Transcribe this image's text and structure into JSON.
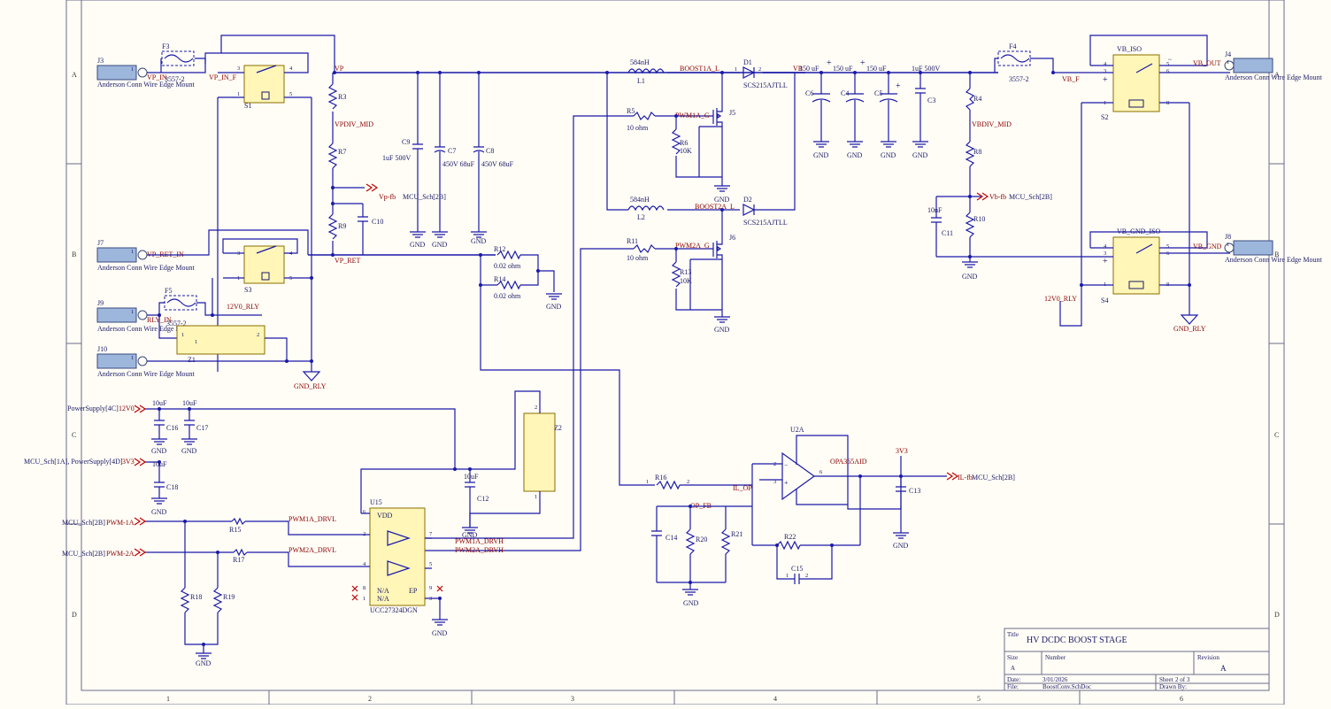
{
  "frame": {
    "cols": [
      "1",
      "2",
      "3",
      "4",
      "5",
      "6"
    ],
    "rows": [
      "A",
      "B",
      "C",
      "D"
    ]
  },
  "title_block": {
    "title_label": "Title",
    "title": "HV DCDC BOOST STAGE",
    "size_label": "Size",
    "size": "A",
    "number_label": "Number",
    "revision_label": "Revision",
    "revision": "A",
    "date_label": "Date:",
    "date": "3/01/2026",
    "sheet_label": "Sheet",
    "sheet": "2 of 3",
    "file_label": "File:",
    "file": "BoostConv.SchDoc",
    "drawn_label": "Drawn By:"
  },
  "connectors": {
    "j3": {
      "ref": "J3",
      "desc": "Anderson Conn Wire Edge Mount",
      "pin": "1"
    },
    "j7": {
      "ref": "J7",
      "desc": "Anderson Conn Wire Edge Mount",
      "pin": "1"
    },
    "j9": {
      "ref": "J9",
      "desc": "Anderson Conn Wire Edge Mount",
      "pin": "1"
    },
    "j10": {
      "ref": "J10",
      "desc": "Anderson Conn Wire Edge Mount",
      "pin": "1"
    },
    "j4": {
      "ref": "J4",
      "desc": "Anderson Conn Wire Edge Mount",
      "pin": "1"
    },
    "j8": {
      "ref": "J8",
      "desc": "Anderson Conn Wire Edge Mount",
      "pin": "1"
    }
  },
  "fuses": {
    "f3": {
      "ref": "F3",
      "part": "3557-2"
    },
    "f5": {
      "ref": "F5",
      "part": "3557-2"
    },
    "f4": {
      "ref": "F4",
      "part": "3557-2"
    }
  },
  "relays": {
    "s1": "S1",
    "s3": "S3",
    "s2": "S2",
    "s4": "S4",
    "vb_iso": "VB_ISO",
    "vb_gnd_iso": "VB_GND_ISO"
  },
  "nets": {
    "vp_in": "VP_IN",
    "vp_in_f": "VP_IN_F",
    "vp": "VP",
    "vp_ret_in": "VP_RET_IN",
    "vp_ret": "VP_RET",
    "rly_in": "RLY_IN",
    "v12_rly": "12V0_RLY",
    "gnd_rly": "GND_RLY",
    "vpdiv_mid": "VPDIV_MID",
    "boost1a_l": "BOOST1A_L",
    "boost2a_l": "BOOST2A_L",
    "pwm1a_g": "PWM1A_G",
    "pwm2a_g": "PWM2A_G",
    "vb": "VB",
    "vbdiv_mid": "VBDIV_MID",
    "vb_f": "VB_F",
    "vb_out": "VB_OUT",
    "vb_gnd": "VB_GND",
    "pwm1a_drvl": "PWM1A_DRVL",
    "pwm2a_drvl": "PWM2A_DRVL",
    "pwm1a_drvh": "PWM1A_DRVH",
    "pwm2a_drvh": "PWM2A_DRVH",
    "il_op": "IL_OP",
    "op_fb": "OP_FB",
    "opa365aid": "OPA365AID",
    "v3v3": "3V3",
    "gnd": "GND"
  },
  "ports": {
    "vp_fb": {
      "signal": "Vp-fb",
      "sheet": "MCU_Sch[2B]"
    },
    "vb_fb": {
      "signal": "Vb-fb",
      "sheet": "MCU_Sch[2B]"
    },
    "il_fb": {
      "signal": "IL-fb",
      "sheet": "MCU_Sch[2B]"
    },
    "v12": {
      "sheet": "PowerSupply[4C]",
      "signal": "12V0"
    },
    "v33": {
      "sheet": "MCU_Sch[1A], PowerSupply[4D]",
      "signal": "3V3"
    },
    "pwm1": {
      "sheet": "MCU_Sch[2B]",
      "signal": "PWM-1A"
    },
    "pwm2": {
      "sheet": "MCU_Sch[2B]",
      "signal": "PWM-2A"
    }
  },
  "parts": {
    "r3": "R3",
    "r7": "R7",
    "r9": "R9",
    "r4": "R4",
    "r8": "R8",
    "r10": "R10",
    "c9": {
      "ref": "C9",
      "val": "1uF 500V"
    },
    "c7": {
      "ref": "C7",
      "val": "450V 68uF"
    },
    "c8": {
      "ref": "C8",
      "val": "450V 68uF"
    },
    "c10": "C10",
    "r12": {
      "ref": "R12",
      "val": "0.02 ohm"
    },
    "r14": {
      "ref": "R14",
      "val": "0.02 ohm"
    },
    "l1": {
      "ref": "L1",
      "val": "584nH"
    },
    "l2": {
      "ref": "L2",
      "val": "584nH"
    },
    "r5": {
      "ref": "R5",
      "val": "10 ohm"
    },
    "r11": {
      "ref": "R11",
      "val": "10 ohm"
    },
    "r6": {
      "ref": "R6",
      "val": "10K"
    },
    "r13": {
      "ref": "R13",
      "val": "10K"
    },
    "j5": "J5",
    "j6": "J6",
    "d1": {
      "ref": "D1",
      "val": "SCS215AJTLL"
    },
    "d2": {
      "ref": "D2",
      "val": "SCS215AJTLL"
    },
    "c6": {
      "ref": "C6",
      "val": "150 uF"
    },
    "c4": {
      "ref": "C4",
      "val": "150 uF"
    },
    "c5": {
      "ref": "C5",
      "val": "150 uF"
    },
    "c3": {
      "ref": "C3",
      "val": "1uF 500V"
    },
    "c11": {
      "ref": "C11",
      "val": "10nF"
    },
    "z1": "Z1",
    "z2": "Z2",
    "c16": {
      "ref": "C16",
      "val": "10uF"
    },
    "c17": {
      "ref": "C17",
      "val": "10uF"
    },
    "c18": {
      "ref": "C18",
      "val": "10uF"
    },
    "c12": {
      "ref": "C12",
      "val": "10uF"
    },
    "r15": "R15",
    "r17": "R17",
    "r18": "R18",
    "r19": "R19",
    "u15": {
      "ref": "U15",
      "part": "UCC27324DGN",
      "vdd": "VDD",
      "na1": "N/A",
      "na2": "N/A",
      "ep": "EP"
    },
    "u2a": "U2A",
    "r16": "R16",
    "r20": "R20",
    "r21": "R21",
    "r22": "R22",
    "c14": "C14",
    "c15": "C15",
    "c13": "C13"
  }
}
